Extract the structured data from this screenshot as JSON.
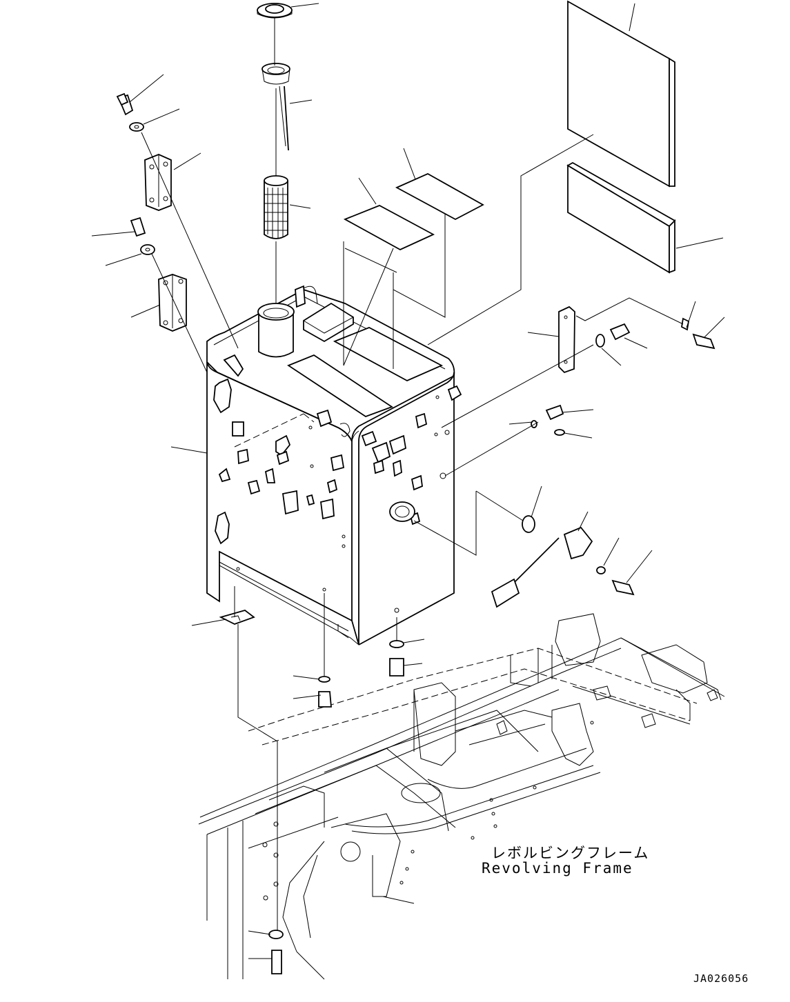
{
  "labels": {
    "frame_jp": "レボルビングフレーム",
    "frame_en": "Revolving Frame",
    "drawing_code": "JA026056"
  }
}
